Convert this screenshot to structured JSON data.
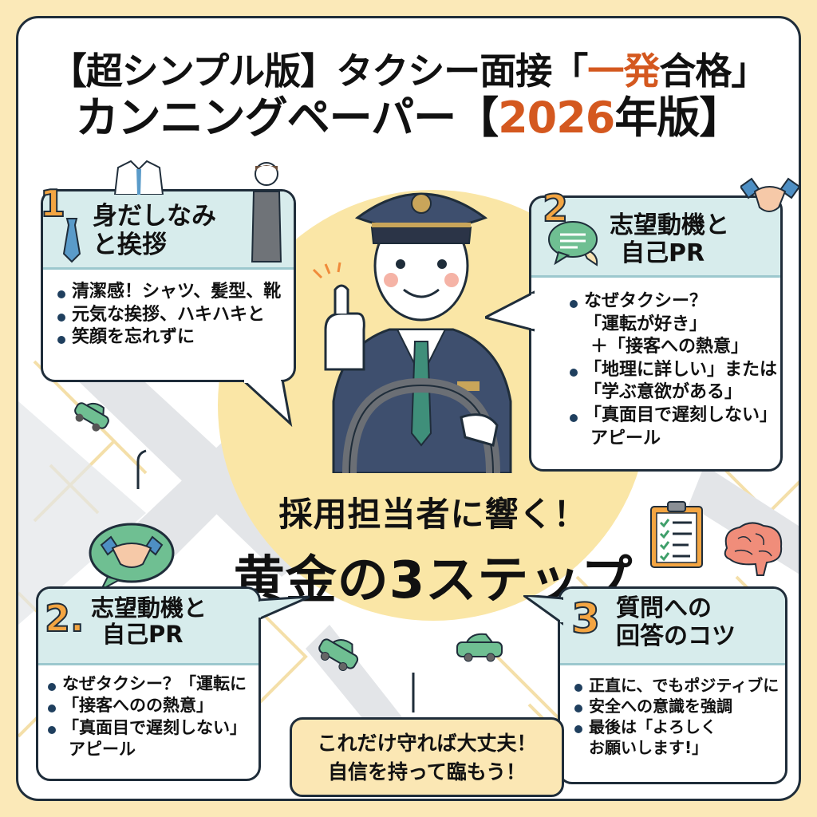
{
  "title": {
    "line1_prefix": "【超シンプル版】タクシー面接「",
    "line1_accent": "一発",
    "line1_suffix": "合格」",
    "line2_prefix": "カンニングペーパー【",
    "line2_accent": "2026",
    "line2_suffix": "年版】"
  },
  "center": {
    "line1": "採用担当者に響く！",
    "line2": "黄金の3ステップ"
  },
  "panels": [
    {
      "number": "1",
      "title_line1": "身だしなみ",
      "title_line2": "と挨拶",
      "bullets": [
        "清潔感！シャツ、髪型、靴",
        "元気な挨拶、ハキハキと",
        "笑顔を忘れずに"
      ],
      "icons": [
        "shirt-icon",
        "tie-icon",
        "bowing-person-icon"
      ]
    },
    {
      "number": "2",
      "title_line1": "志望動機と",
      "title_line2": "自己PR",
      "bullets": [
        {
          "line1": "なぜタクシー？",
          "line2": "「運転が好き」",
          "line3": "＋「接客への熱意」"
        },
        {
          "line1": "「地理に詳しい」または",
          "line2": "「学ぶ意欲がある」"
        },
        {
          "line1": "「真面目で遅刻しない」",
          "line2": "アピール"
        }
      ],
      "icons": [
        "speech-bubble-icon",
        "handshake-icon"
      ]
    },
    {
      "number": "2.",
      "title_line1": "志望動機と",
      "title_line2": "自己PR",
      "bullets": [
        {
          "line1": "なぜタクシー？「運転に"
        },
        {
          "line1": "「接客へのの熱意」"
        },
        {
          "line1": "「真面目で遅刻しない」",
          "line2": "アピール"
        }
      ],
      "icons": [
        "handshake-bubble-icon"
      ]
    },
    {
      "number": "3",
      "title_line1": "質問への",
      "title_line2": "回答のコツ",
      "bullets": [
        {
          "line1": "正直に、でもポジティブに"
        },
        {
          "line1": "安全への意識を強調"
        },
        {
          "line1": "最後は「よろしく",
          "line2": "お願いします!」"
        }
      ],
      "icons": [
        "clipboard-checklist-icon",
        "brain-icon"
      ]
    }
  ],
  "footer": {
    "line1": "これだけ守れば大丈夫！",
    "line2": "自信を持って臨もう！"
  },
  "colors": {
    "background": "#fbe9b8",
    "accent_orange": "#d4581f",
    "number_orange": "#f3a542",
    "panel_header": "#d7ecec",
    "outline": "#1f2d3a",
    "uniform_navy": "#3e4f6e",
    "tie_green": "#3f8f7a",
    "car_green": "#6fbf92"
  }
}
